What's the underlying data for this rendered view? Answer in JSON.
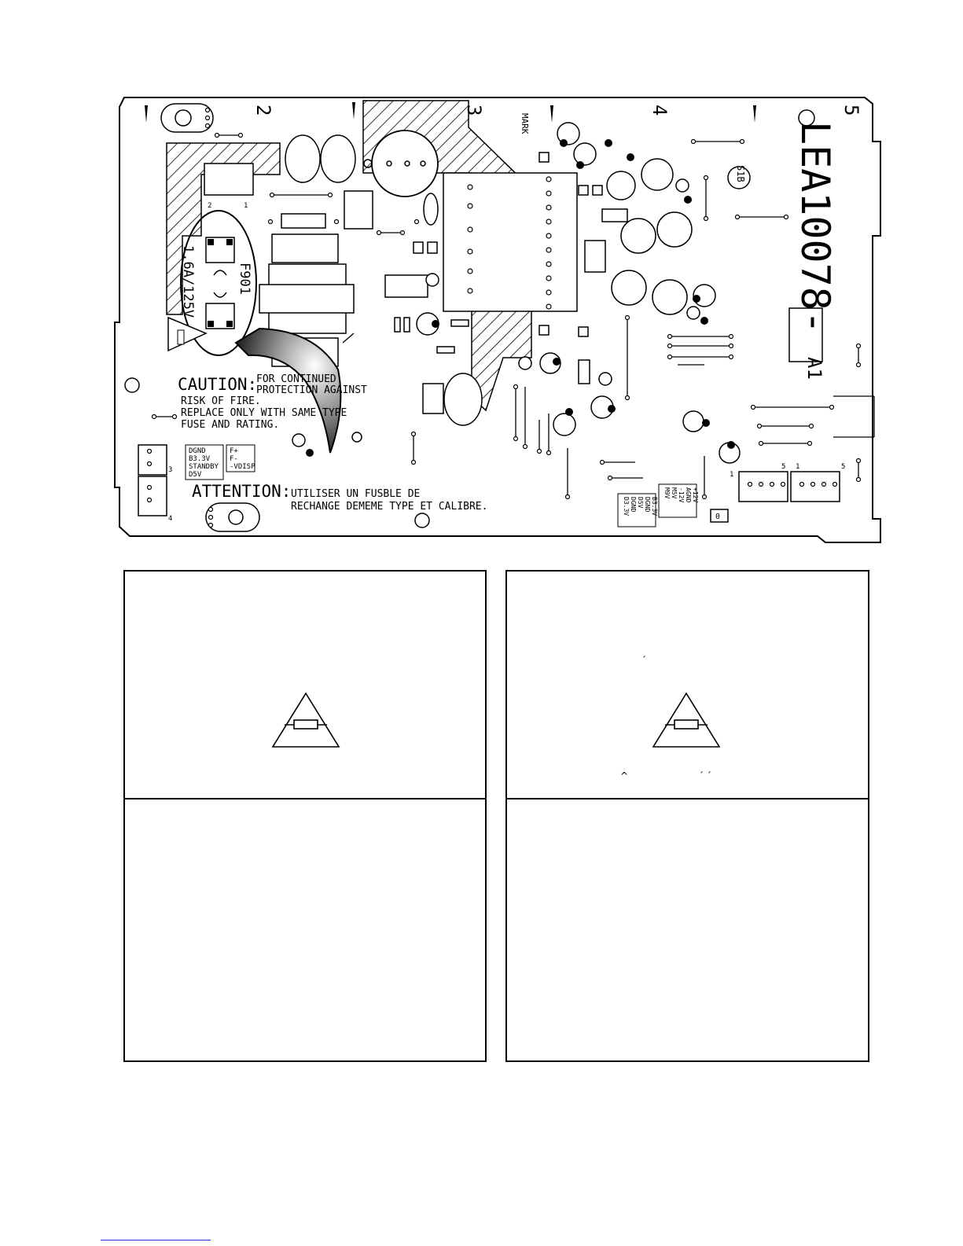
{
  "board": {
    "part_number": "LEA10078-",
    "revision": "A1",
    "grid_numbers": [
      "2",
      "3",
      "4",
      "5"
    ],
    "fuse_ref": "F901",
    "fuse_rating": "1.6A/125V",
    "marker_label": "MARK",
    "component_code": "S1B",
    "pad_numbers": [
      "2",
      "1",
      "3",
      "4",
      "5",
      "1",
      "5",
      "1"
    ],
    "connector_a_labels": [
      "DGND",
      "B3.3V",
      "STANDBY",
      "D5V"
    ],
    "connector_b_labels": [
      "F+",
      "F-",
      "-VDISP"
    ],
    "connector_c_labels": [
      "B3.3V",
      "DGND",
      "D5V",
      "DGND",
      "D3.3V"
    ],
    "connector_d_labels": [
      "+12V",
      "AGND",
      "-12V",
      "M5V",
      "M9V"
    ],
    "small_box_label": "0"
  },
  "caution": {
    "heading": "CAUTION:",
    "line1": "FOR CONTINUED",
    "line2": "PROTECTION AGAINST",
    "line3": "RISK OF FIRE.",
    "line4": "REPLACE ONLY WITH SAME TYPE",
    "line5": "FUSE AND RATING."
  },
  "attention": {
    "heading": "ATTENTION:",
    "line1": "UTILISER UN FUSBLE DE",
    "line2": "RECHANGE DEMEME TYPE ET CALIBRE."
  },
  "marks": {
    "acute": "´",
    "circumflex": "^",
    "acute_pair": "´ ´"
  }
}
